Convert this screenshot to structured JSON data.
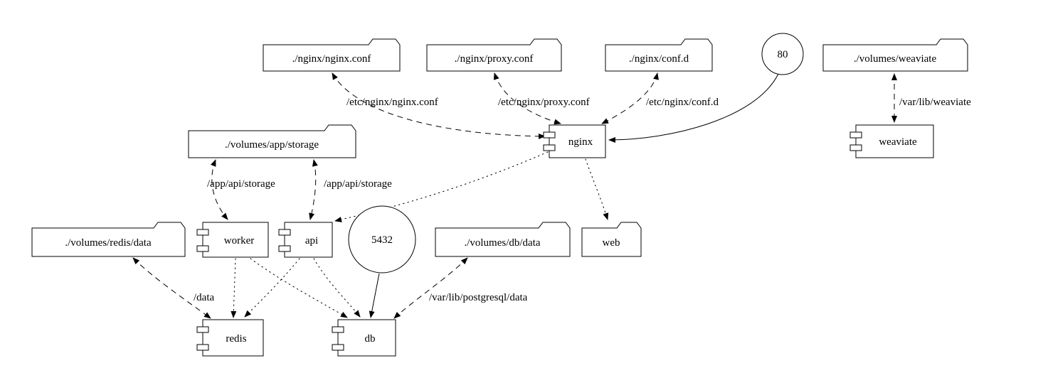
{
  "diagram": {
    "kind": "docker-compose dependency graph",
    "volumes": {
      "nginx_conf": "./nginx/nginx.conf",
      "proxy_conf": "./nginx/proxy.conf",
      "conf_d": "./nginx/conf.d",
      "weaviate": "./volumes/weaviate",
      "app_storage": "./volumes/app/storage",
      "redis_data": "./volumes/redis/data",
      "db_data": "./volumes/db/data",
      "web": "web"
    },
    "services": {
      "nginx": "nginx",
      "weaviate": "weaviate",
      "worker": "worker",
      "api": "api",
      "redis": "redis",
      "db": "db"
    },
    "ports": {
      "http": "80",
      "postgres": "5432"
    },
    "mounts": {
      "nginx_conf": "/etc/nginx/nginx.conf",
      "proxy_conf": "/etc/nginx/proxy.conf",
      "conf_d": "/etc/nginx/conf.d",
      "weaviate": "/var/lib/weaviate",
      "worker_storage": "/app/api/storage",
      "api_storage": "/app/api/storage",
      "redis_data": "/data",
      "db_data": "/var/lib/postgresql/data"
    },
    "colors": {
      "stroke": "#000000",
      "fill": "#ffffff",
      "background": "#ffffff"
    }
  }
}
